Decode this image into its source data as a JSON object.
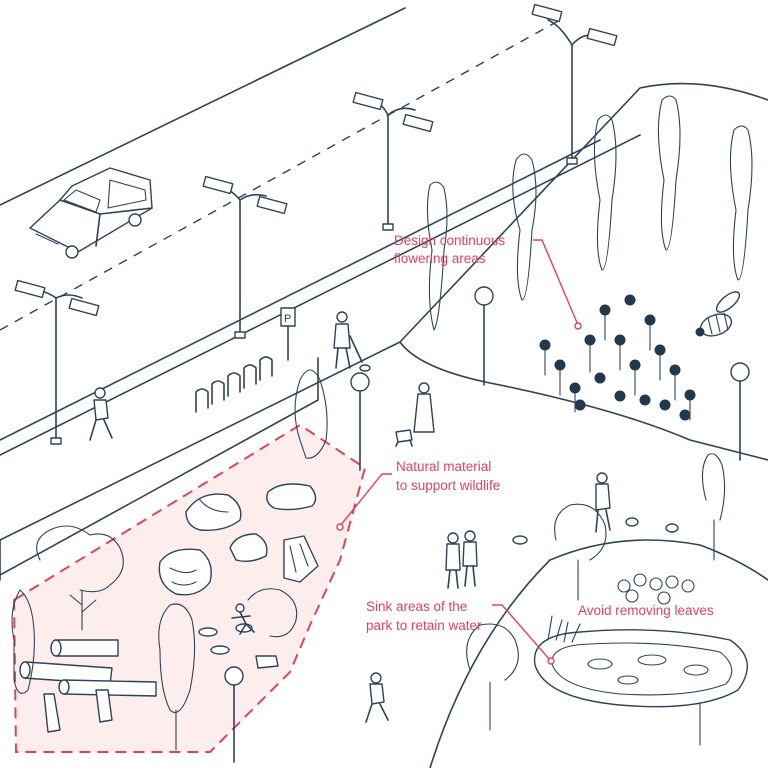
{
  "annotations": {
    "flowering": {
      "line1": "Design continuous",
      "line2": "flowering areas"
    },
    "natural": {
      "line1": "Natural material",
      "line2": "to support wildlife"
    },
    "sink": {
      "line1": "Sink areas of the",
      "line2": "park to retain water"
    },
    "leaves": {
      "line1": "Avoid removing leaves"
    }
  },
  "parking_sign": {
    "letter": "P"
  },
  "colors": {
    "ink": "#2f4358",
    "accent": "#e0445d",
    "zone_fill": "#fdeeed",
    "background": "#ffffff"
  }
}
